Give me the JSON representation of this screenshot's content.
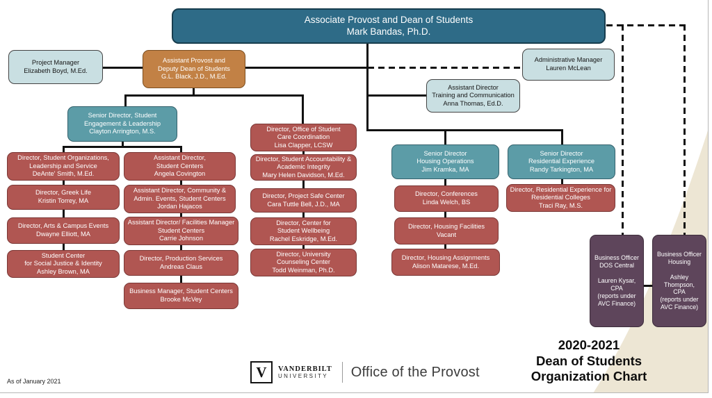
{
  "meta": {
    "as_of": "As of January 2021",
    "palette": {
      "executive": "#2E6B87",
      "senior_director": "#5C9CA7",
      "director": "#B05652",
      "assistant_provost": "#C28145",
      "support": "#C9DFE2",
      "business_officer": "#5E455B",
      "corner_accent": "#EDE6D4",
      "line": "#111111"
    }
  },
  "title_block": {
    "text": "2020-2021\nDean of Students\nOrganization Chart"
  },
  "footer": {
    "logo": {
      "mark": "V",
      "primary": "VANDERBILT",
      "secondary": "UNIVERSITY"
    },
    "office": "Office of the Provost"
  },
  "org": {
    "nodes": [
      {
        "id": "associate-provost-dean",
        "text": "Associate Provost and Dean of Students\nMark Bandas, Ph.D."
      },
      {
        "id": "project-manager",
        "text": "Project Manager\nElizabeth Boyd, M.Ed."
      },
      {
        "id": "assistant-provost",
        "text": "Assistant Provost and\nDeputy Dean of Students\nG.L. Black, J.D., M.Ed."
      },
      {
        "id": "administrative-manager",
        "text": "Administrative Manager\nLauren McLean"
      },
      {
        "id": "training-communication",
        "text": "Assistant Director\nTraining and Communication\nAnna Thomas, Ed.D."
      },
      {
        "id": "senior-engagement-leadership",
        "text": "Senior Director, Student\nEngagement & Leadership\nClayton Arrington, M.S."
      },
      {
        "id": "care-coordination",
        "text": "Director, Office of Student\nCare Coordination\nLisa Clapper, LCSW"
      },
      {
        "id": "student-organizations",
        "text": "Director, Student Organizations,\nLeadership and Service\nDeAnte' Smith, M.Ed."
      },
      {
        "id": "asst-dir-student-centers",
        "text": "Assistant Director,\nStudent Centers\nAngela Covington"
      },
      {
        "id": "accountability-integrity",
        "text": "Director, Student Accountability &\nAcademic Integrity\nMary Helen Davidson, M.Ed."
      },
      {
        "id": "greek-life",
        "text": "Director, Greek Life\nKristin Torrey, MA"
      },
      {
        "id": "community-admin-events",
        "text": "Assistant Director, Community &\nAdmin. Events, Student Centers\nJordan Hajacos"
      },
      {
        "id": "project-safe-center",
        "text": "Director, Project Safe Center\nCara Tuttle Bell, J.D., MA"
      },
      {
        "id": "arts-campus-events",
        "text": "Director, Arts & Campus Events\nDwayne Elliott, MA"
      },
      {
        "id": "facilities-manager-student-centers",
        "text": "Assistant Director/ Facilities Manager\nStudent Centers\nCarrie Johnson"
      },
      {
        "id": "student-wellbeing",
        "text": "Director, Center for\nStudent Wellbeing\nRachel Eskridge, M.Ed."
      },
      {
        "id": "social-justice-identity",
        "text": "Student Center\nfor Social Justice & Identity\nAshley Brown, MA"
      },
      {
        "id": "production-services",
        "text": "Director, Production Services\nAndreas Claus"
      },
      {
        "id": "university-counseling",
        "text": "Director, University\nCounseling Center\nTodd Weinman, Ph.D."
      },
      {
        "id": "business-manager-student-centers",
        "text": "Business Manager, Student Centers\nBrooke McVey"
      },
      {
        "id": "housing-operations",
        "text": "Senior Director\nHousing Operations\nJim Kramka, MA"
      },
      {
        "id": "conferences",
        "text": "Director, Conferences\nLinda Welch, BS"
      },
      {
        "id": "housing-facilities",
        "text": "Director, Housing Facilities\nVacant"
      },
      {
        "id": "housing-assignments",
        "text": "Director, Housing Assignments\nAlison Matarese, M.Ed."
      },
      {
        "id": "residential-experience",
        "text": "Senior Director\nResidential Experience\nRandy Tarkington, MA"
      },
      {
        "id": "residential-colleges",
        "text": "Director, Residential Experience for\nResidential Colleges\nTraci Ray, M.S."
      },
      {
        "id": "business-officer-dos",
        "text": "Business Officer\nDOS Central\n\nLauren Kysar, CPA\n(reports under\nAVC Finance)"
      },
      {
        "id": "business-officer-housing",
        "text": "Business Officer\nHousing\n\nAshley Thompson,\nCPA\n(reports under\nAVC Finance)"
      }
    ]
  }
}
